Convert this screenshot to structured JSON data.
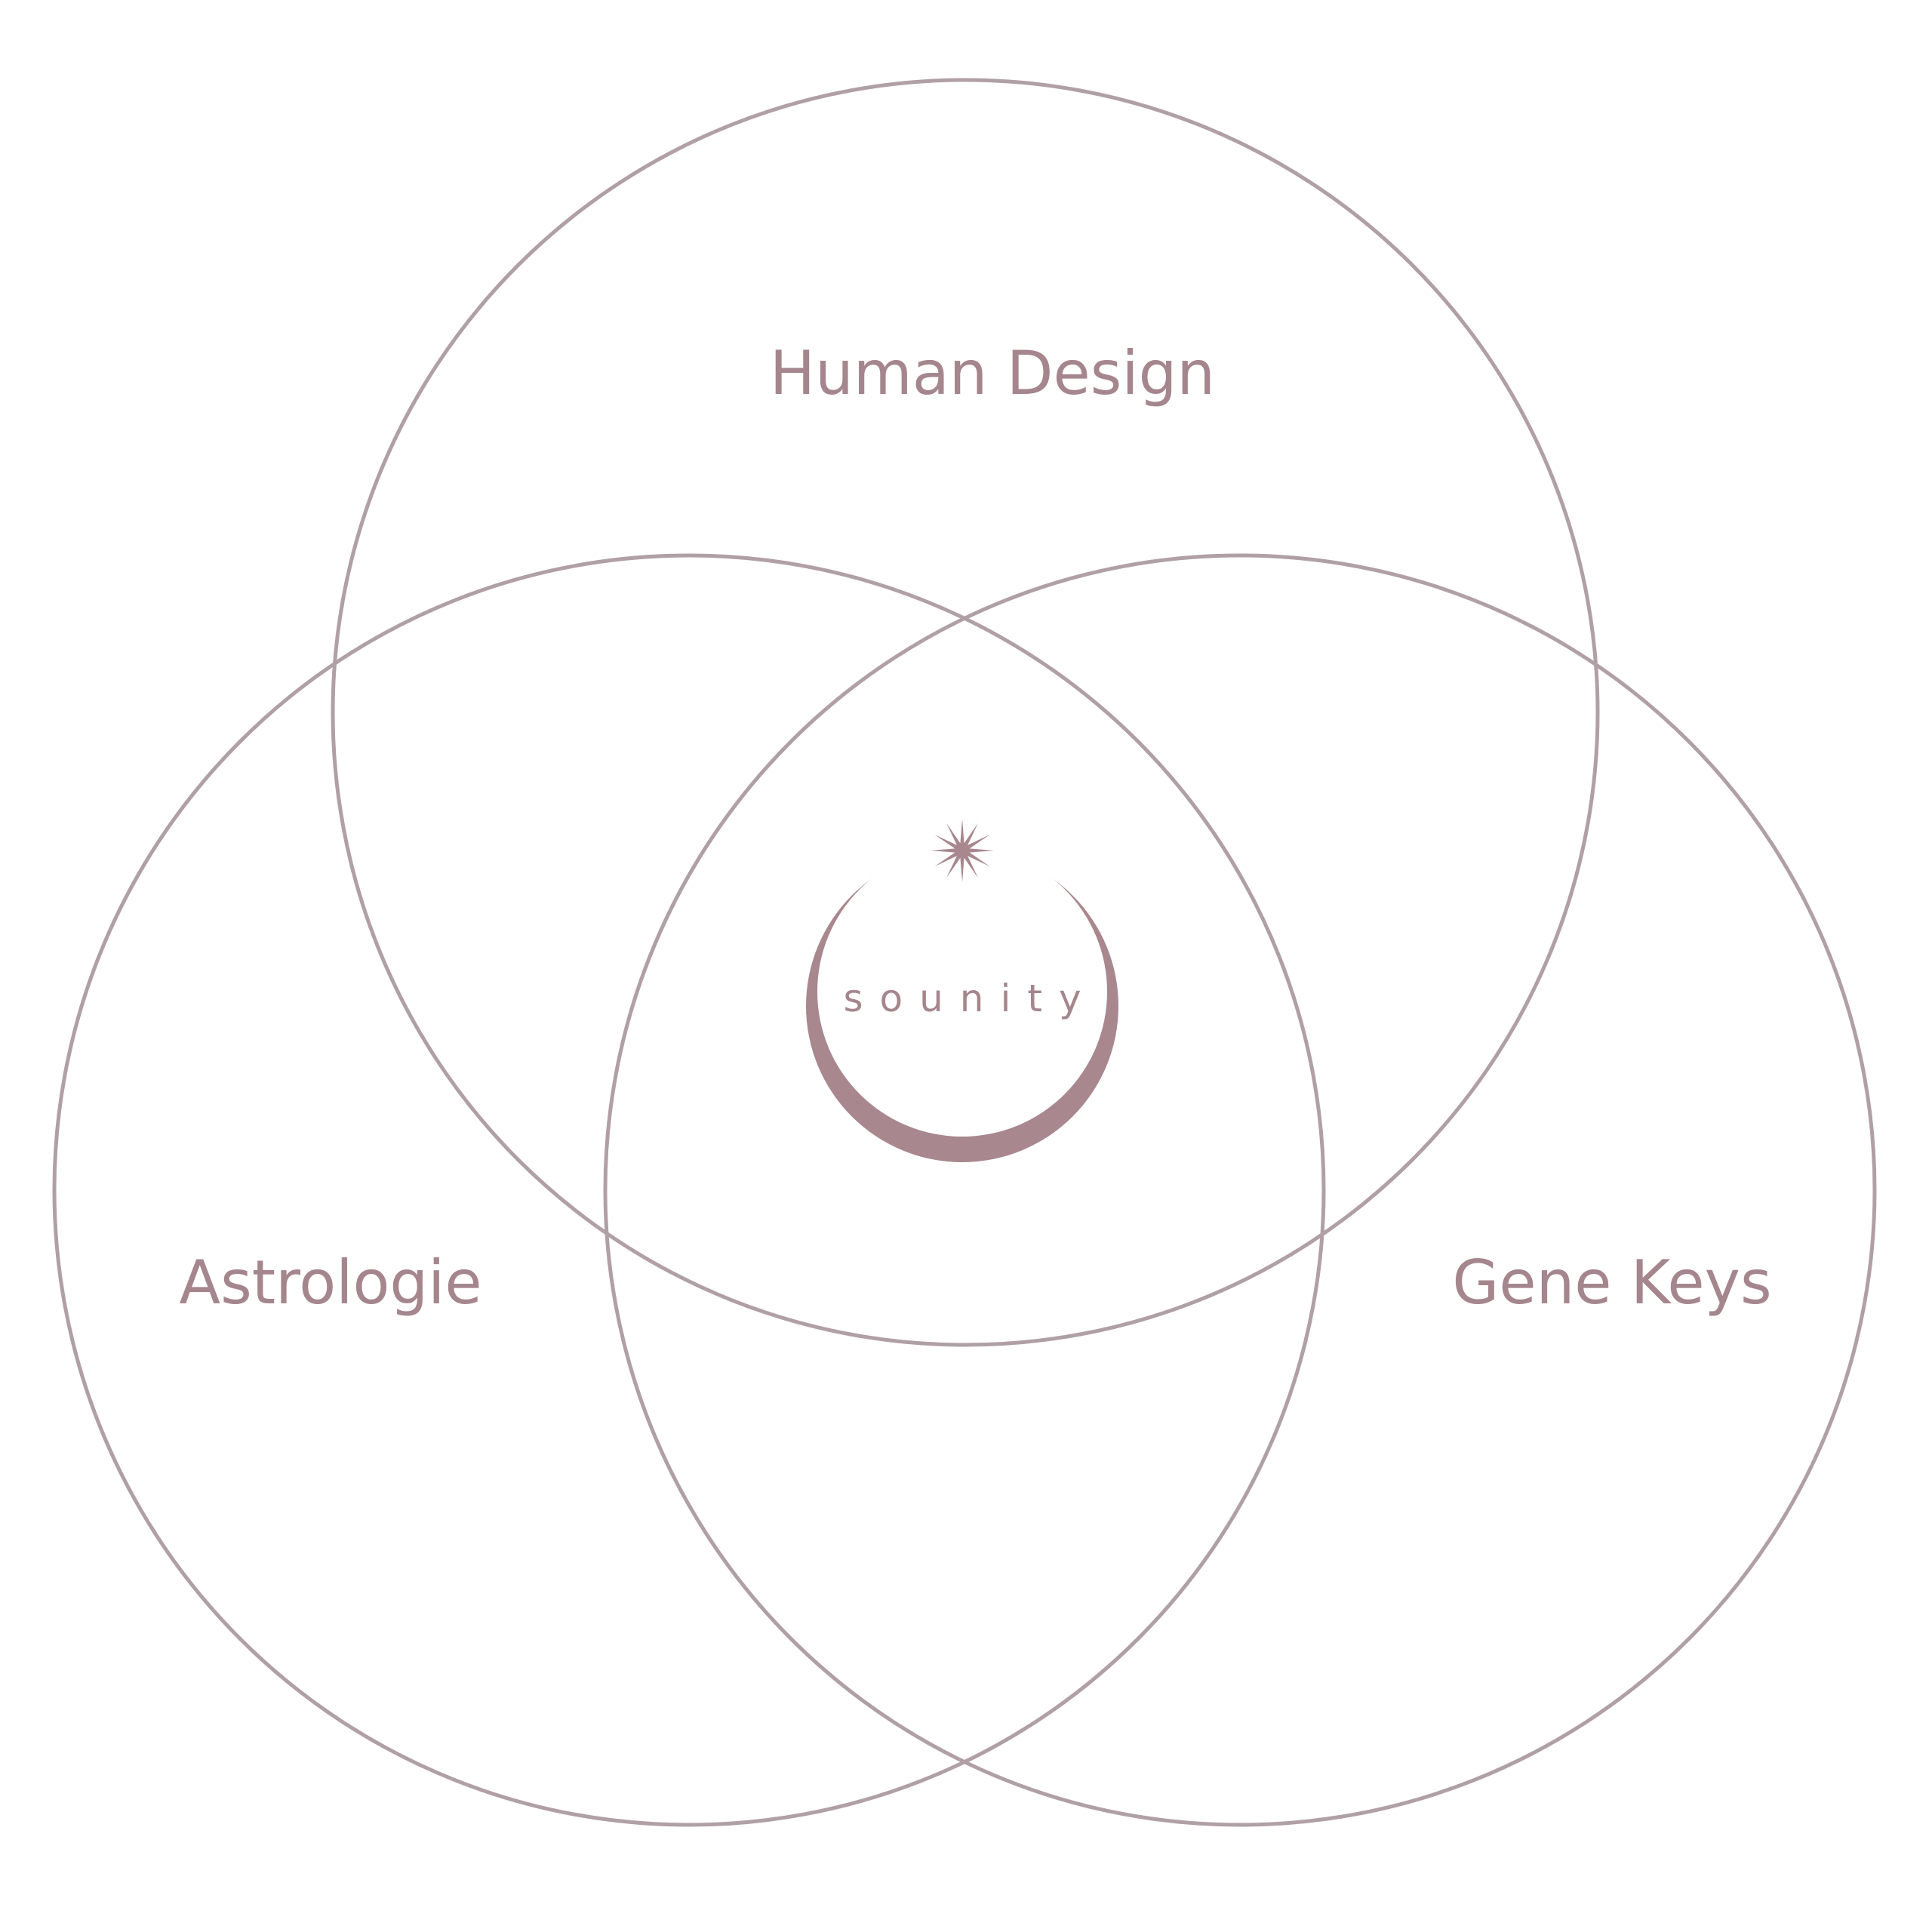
{
  "colors": {
    "circle_stroke": "#b0a0a6",
    "text": "#a5868e",
    "logo": "#a8878e"
  },
  "sets": [
    {
      "label": "Human Design"
    },
    {
      "label": "Astrologie"
    },
    {
      "label": "Gene Keys"
    }
  ],
  "center_logo": {
    "text": "sounity",
    "icon": "star-icon"
  }
}
